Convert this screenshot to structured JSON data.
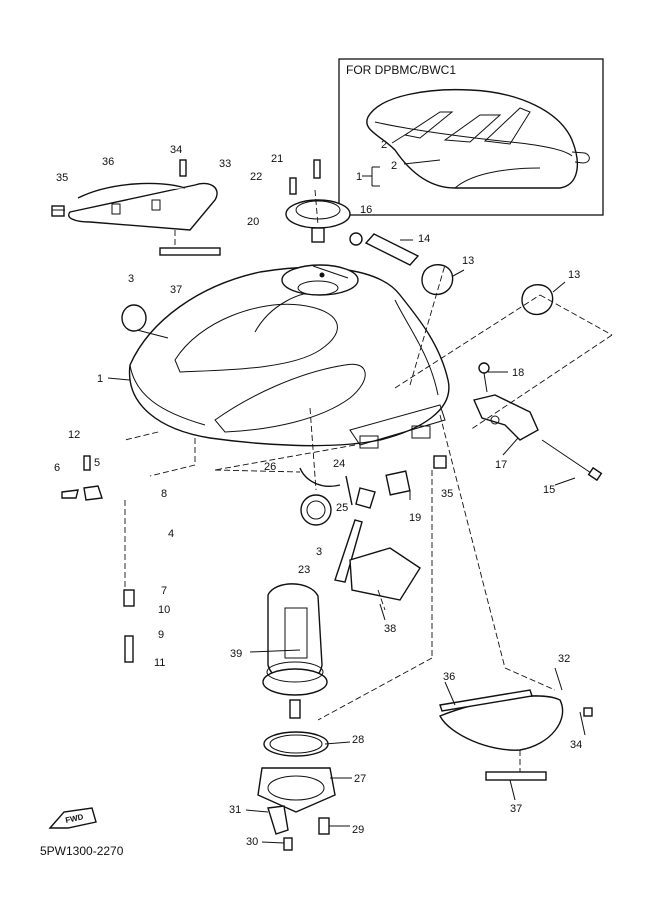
{
  "inset": {
    "title": "FOR DPBMC/BWC1",
    "labels": [
      "1",
      "2",
      "2"
    ]
  },
  "drawing_code": "5PW1300-2270",
  "fwd_badge": "FWD",
  "labels": {
    "p1": "1",
    "p3a": "3",
    "p3b": "3",
    "p4": "4",
    "p5": "5",
    "p6": "6",
    "p7": "7",
    "p8": "8",
    "p9": "9",
    "p10": "10",
    "p11": "11",
    "p12": "12",
    "p13a": "13",
    "p13b": "13",
    "p14": "14",
    "p15": "15",
    "p16": "16",
    "p17": "17",
    "p18": "18",
    "p19": "19",
    "p20": "20",
    "p21": "21",
    "p22": "22",
    "p23": "23",
    "p24": "24",
    "p25": "25",
    "p26": "26",
    "p27": "27",
    "p28": "28",
    "p29": "29",
    "p30": "30",
    "p31": "31",
    "p32": "32",
    "p33": "33",
    "p34a": "34",
    "p34b": "34",
    "p35a": "35",
    "p35b": "35",
    "p36a": "36",
    "p36b": "36",
    "p37a": "37",
    "p37b": "37",
    "p38": "38",
    "p39": "39"
  }
}
